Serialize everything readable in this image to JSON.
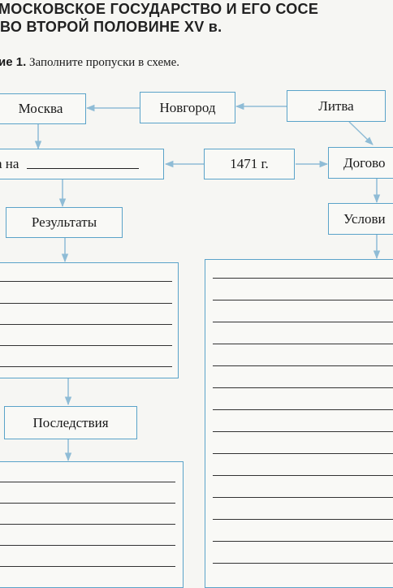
{
  "heading": {
    "line1": "МОСКОВСКОЕ ГОСУДАРСТВО И ЕГО СОСЕ",
    "line2": "ВО ВТОРОЙ ПОЛОВИНЕ XV в."
  },
  "task": {
    "label": "ие 1.",
    "text": "Заполните пропуски в схеме."
  },
  "diagram": {
    "moskva": "Москва",
    "novgorod": "Новгород",
    "litva": "Литва",
    "year": "1471 г.",
    "pokhod": "а на",
    "dogovor": "Догово",
    "rezultaty": "Результаты",
    "usloviya": "Услови",
    "posledstviya": "Последствия"
  },
  "colors": {
    "frame": "#5aa3c9",
    "arrow": "#8fbcd6",
    "text": "#1a1a1a"
  }
}
